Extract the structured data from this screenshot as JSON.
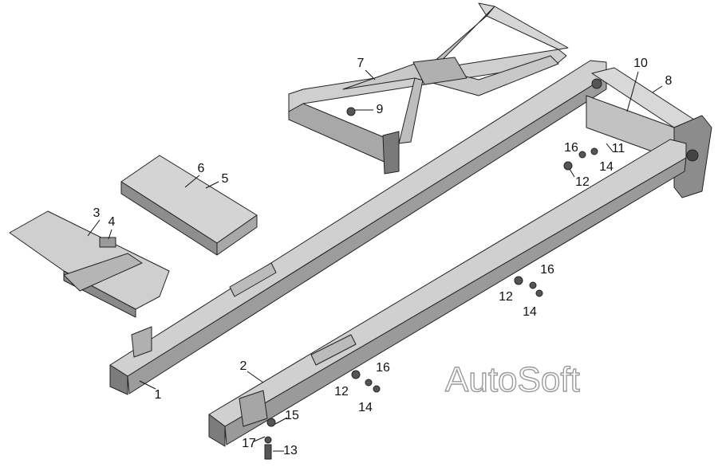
{
  "diagram": {
    "labels": [
      {
        "id": "l7",
        "text": "7"
      },
      {
        "id": "l9",
        "text": "9"
      },
      {
        "id": "l10",
        "text": "10"
      },
      {
        "id": "l8",
        "text": "8"
      },
      {
        "id": "l6",
        "text": "6"
      },
      {
        "id": "l5",
        "text": "5"
      },
      {
        "id": "l3",
        "text": "3"
      },
      {
        "id": "l4",
        "text": "4"
      },
      {
        "id": "l16a",
        "text": "16"
      },
      {
        "id": "l11",
        "text": "11"
      },
      {
        "id": "l14a",
        "text": "14"
      },
      {
        "id": "l12a",
        "text": "12"
      },
      {
        "id": "l16b",
        "text": "16"
      },
      {
        "id": "l12b",
        "text": "12"
      },
      {
        "id": "l14b",
        "text": "14"
      },
      {
        "id": "l1",
        "text": "1"
      },
      {
        "id": "l2",
        "text": "2"
      },
      {
        "id": "l16c",
        "text": "16"
      },
      {
        "id": "l12c",
        "text": "12"
      },
      {
        "id": "l14c",
        "text": "14"
      },
      {
        "id": "l15",
        "text": "15"
      },
      {
        "id": "l17",
        "text": "17"
      },
      {
        "id": "l13",
        "text": "13"
      }
    ],
    "watermark": "AutoSoft",
    "colors": {
      "part_light": "#d4d4d4",
      "part_mid": "#a8a8a8",
      "part_dark": "#6e6e6e",
      "outline": "#222222"
    }
  }
}
